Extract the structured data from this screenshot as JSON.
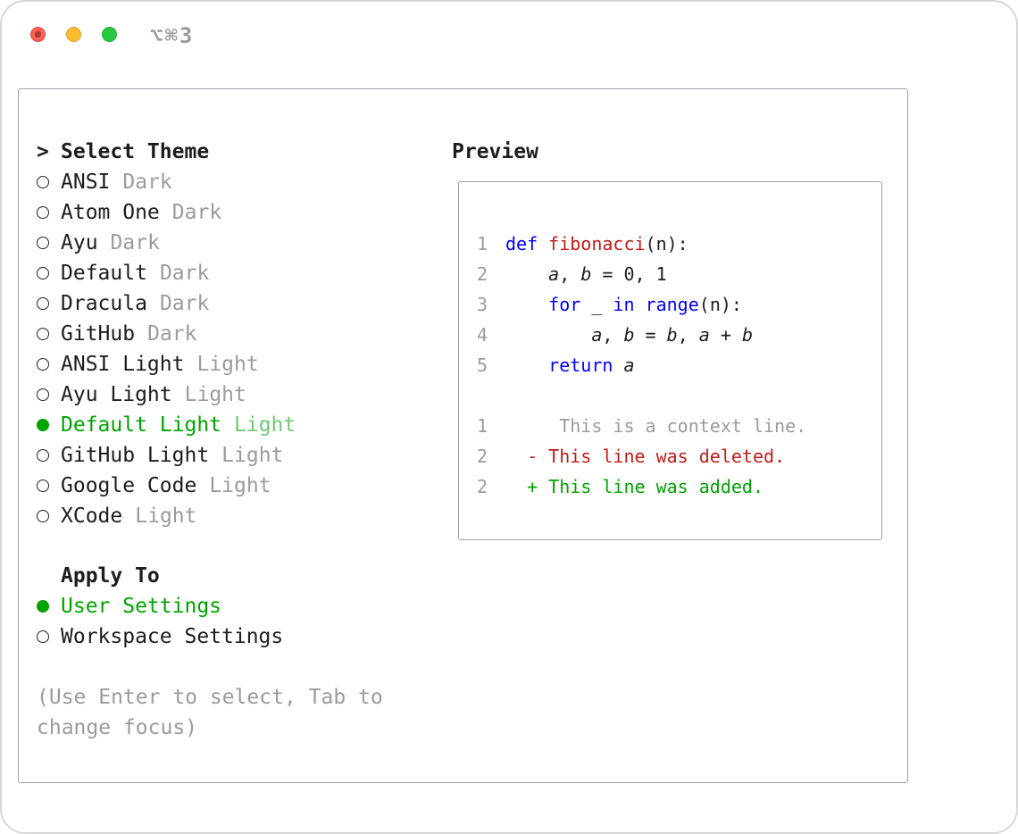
{
  "window": {
    "shortcut_label": "⌥⌘3"
  },
  "theme_panel": {
    "focus_indicator": ">",
    "title": "Select Theme",
    "themes": [
      {
        "name": "ANSI",
        "variant": "Dark",
        "selected": false
      },
      {
        "name": "Atom One",
        "variant": "Dark",
        "selected": false
      },
      {
        "name": "Ayu",
        "variant": "Dark",
        "selected": false
      },
      {
        "name": "Default",
        "variant": "Dark",
        "selected": false
      },
      {
        "name": "Dracula",
        "variant": "Dark",
        "selected": false
      },
      {
        "name": "GitHub",
        "variant": "Dark",
        "selected": false
      },
      {
        "name": "ANSI Light",
        "variant": "Light",
        "selected": false
      },
      {
        "name": "Ayu Light",
        "variant": "Light",
        "selected": false
      },
      {
        "name": "Default Light",
        "variant": "Light",
        "selected": true
      },
      {
        "name": "GitHub Light",
        "variant": "Light",
        "selected": false
      },
      {
        "name": "Google Code",
        "variant": "Light",
        "selected": false
      },
      {
        "name": "XCode",
        "variant": "Light",
        "selected": false
      }
    ],
    "apply_to": {
      "title": "Apply To",
      "options": [
        {
          "label": "User Settings",
          "selected": true
        },
        {
          "label": "Workspace Settings",
          "selected": false
        }
      ]
    },
    "hint_lines": [
      "(Use Enter to select, Tab to",
      "change focus)"
    ]
  },
  "preview": {
    "title": "Preview",
    "code_lines": [
      {
        "num": "1",
        "tokens": [
          {
            "t": "def ",
            "c": "kw"
          },
          {
            "t": "fibonacci",
            "c": "fn"
          },
          {
            "t": "(n):",
            "c": "pl"
          }
        ]
      },
      {
        "num": "2",
        "tokens": [
          {
            "t": "    ",
            "c": "pl"
          },
          {
            "t": "a",
            "c": "var"
          },
          {
            "t": ", ",
            "c": "pl"
          },
          {
            "t": "b",
            "c": "var"
          },
          {
            "t": " = 0, 1",
            "c": "pl"
          }
        ]
      },
      {
        "num": "3",
        "tokens": [
          {
            "t": "    ",
            "c": "pl"
          },
          {
            "t": "for",
            "c": "kw"
          },
          {
            "t": " _ ",
            "c": "pl"
          },
          {
            "t": "in",
            "c": "kw"
          },
          {
            "t": " ",
            "c": "pl"
          },
          {
            "t": "range",
            "c": "kw"
          },
          {
            "t": "(n):",
            "c": "pl"
          }
        ]
      },
      {
        "num": "4",
        "tokens": [
          {
            "t": "        ",
            "c": "pl"
          },
          {
            "t": "a",
            "c": "var"
          },
          {
            "t": ", ",
            "c": "pl"
          },
          {
            "t": "b",
            "c": "var"
          },
          {
            "t": " = ",
            "c": "pl"
          },
          {
            "t": "b",
            "c": "var"
          },
          {
            "t": ", ",
            "c": "pl"
          },
          {
            "t": "a",
            "c": "var"
          },
          {
            "t": " + ",
            "c": "pl"
          },
          {
            "t": "b",
            "c": "var"
          }
        ]
      },
      {
        "num": "5",
        "tokens": [
          {
            "t": "    ",
            "c": "pl"
          },
          {
            "t": "return",
            "c": "kw"
          },
          {
            "t": " ",
            "c": "pl"
          },
          {
            "t": "a",
            "c": "var"
          }
        ]
      }
    ],
    "diff_lines": [
      {
        "num": "1",
        "tokens": [
          {
            "t": "     This is a context line.",
            "c": "ctx"
          }
        ]
      },
      {
        "num": "2",
        "tokens": [
          {
            "t": "  - This line was deleted.",
            "c": "del"
          }
        ]
      },
      {
        "num": "2",
        "tokens": [
          {
            "t": "  + This line was added.",
            "c": "add"
          }
        ]
      }
    ]
  },
  "colors": {
    "fg": "#1d1d1f",
    "muted": "#9b9b9b",
    "green": "#00a400",
    "green_dim": "#70c774",
    "blue": "#0000ff",
    "red": "#c41a16",
    "tl_red": "#ff5f57",
    "tl_yellow": "#febc2e",
    "tl_green": "#28c840"
  }
}
